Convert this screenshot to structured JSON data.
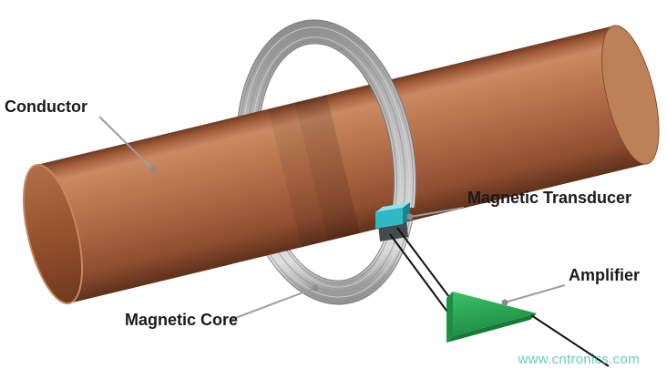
{
  "diagram": {
    "type": "current-sensor-schematic",
    "components": [
      "Conductor",
      "Magnetic Core",
      "Magnetic Transducer",
      "Amplifier"
    ]
  },
  "labels": {
    "conductor": "Conductor",
    "magnetic_core": "Magnetic Core",
    "magnetic_transducer": "Magnetic Transducer",
    "amplifier": "Amplifier"
  },
  "watermark": "www.cntronics.com",
  "colors": {
    "background": "#ffffff",
    "copper_mid": "#ab6443",
    "copper_highlight": "#c98a63",
    "copper_dark": "#6f3a22",
    "core_gray_light": "#c9c9c9",
    "core_gray_mid": "#b5b5b5",
    "core_gray_dark": "#8a8a8a",
    "transducer_cyan": "#2fb9c4",
    "transducer_cyan_light": "#8fe3e8",
    "transducer_cyan_dark": "#17858d",
    "amplifier_green": "#2fae57",
    "amplifier_green_dark": "#177a38",
    "wire_black": "#111111",
    "leader_gray": "#9e9e9e",
    "leader_dot_gray": "#8c8c8c",
    "label_text": "#1a1a1a",
    "watermark_teal": "#3cc3a8"
  }
}
